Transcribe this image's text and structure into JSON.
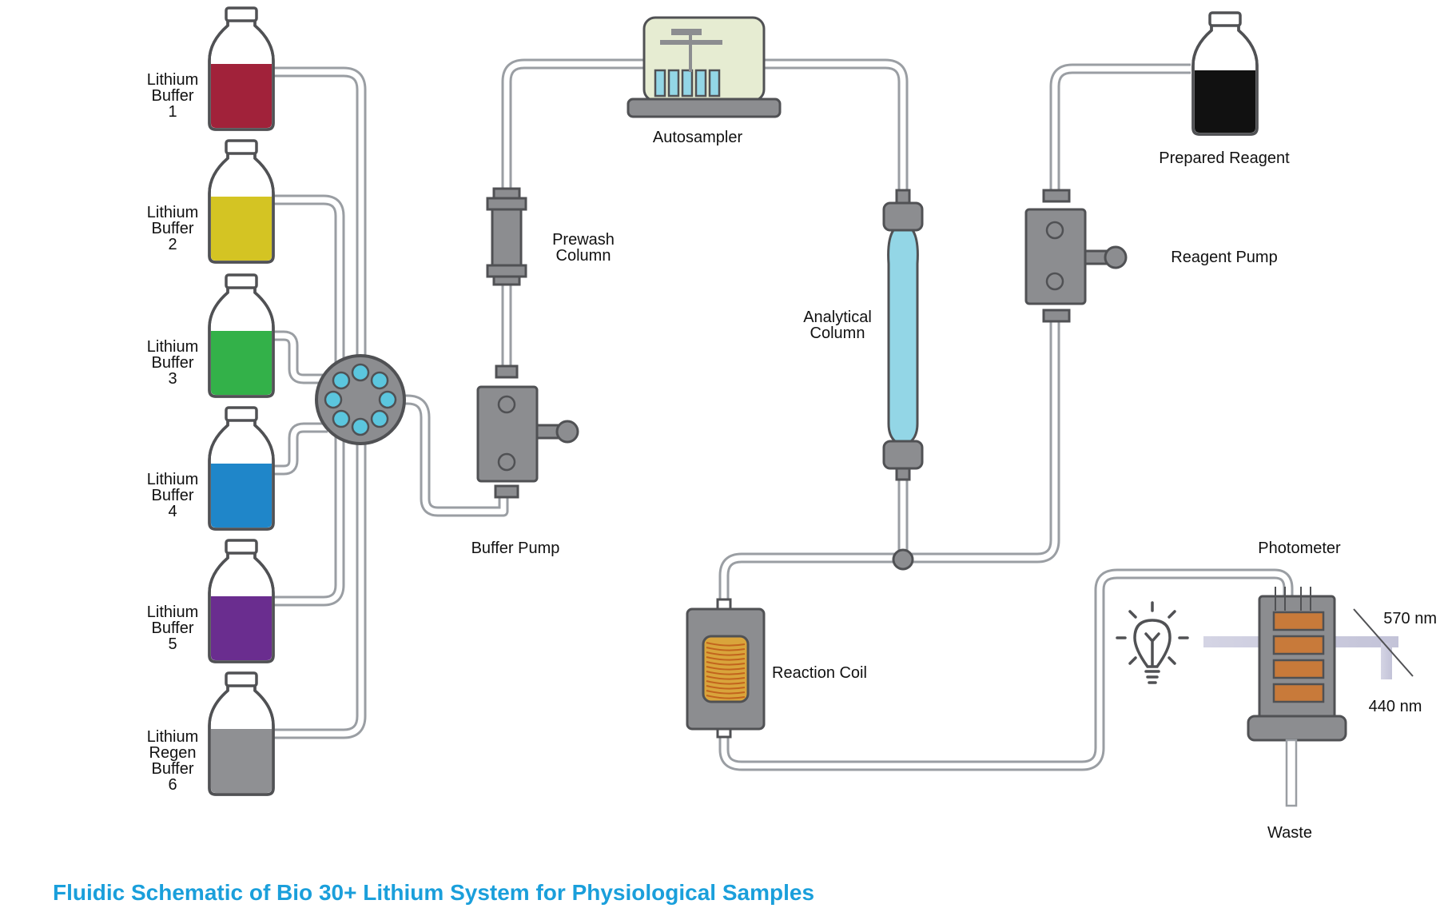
{
  "colors": {
    "tube_outline": "#9a9ea3",
    "tube_fill": "#ffffff",
    "device_gray": "#8c8d90",
    "device_dark": "#5a5b5e",
    "valve_port": "#5bc6de",
    "column_fill": "#93d6e6",
    "autosampler_fill": "#e6ecd2",
    "coil_fill": "#d9a43b",
    "coil_wire": "#c2641d",
    "photometer_cell": "#c87a3a",
    "beam": "#c9c9dc",
    "title": "#1a9fdb"
  },
  "bottles": [
    {
      "id": "1",
      "lines": [
        "Lithium",
        "Buffer",
        "1"
      ],
      "color": "#a1223a"
    },
    {
      "id": "2",
      "lines": [
        "Lithium",
        "Buffer",
        "2"
      ],
      "color": "#d4c423"
    },
    {
      "id": "3",
      "lines": [
        "Lithium",
        "Buffer",
        "3"
      ],
      "color": "#33b149"
    },
    {
      "id": "4",
      "lines": [
        "Lithium",
        "Buffer",
        "4"
      ],
      "color": "#1f86c9"
    },
    {
      "id": "5",
      "lines": [
        "Lithium",
        "Buffer",
        "5"
      ],
      "color": "#6a2d8f"
    },
    {
      "id": "6",
      "lines": [
        "Lithium",
        "Regen",
        "Buffer",
        "6"
      ],
      "color": "#8f9093"
    }
  ],
  "labels": {
    "autosampler": "Autosampler",
    "prewash_line1": "Prewash",
    "prewash_line2": "Column",
    "buffer_pump": "Buffer Pump",
    "analytical_line1": "Analytical",
    "analytical_line2": "Column",
    "prepared_reagent": "Prepared Reagent",
    "reagent_pump": "Reagent Pump",
    "reaction_coil": "Reaction Coil",
    "photometer": "Photometer",
    "wavelength_570": "570 nm",
    "wavelength_440": "440 nm",
    "waste": "Waste"
  },
  "prepared_reagent_color": "#111111",
  "title": "Fluidic Schematic of Bio 30+ Lithium System for Physiological Samples"
}
